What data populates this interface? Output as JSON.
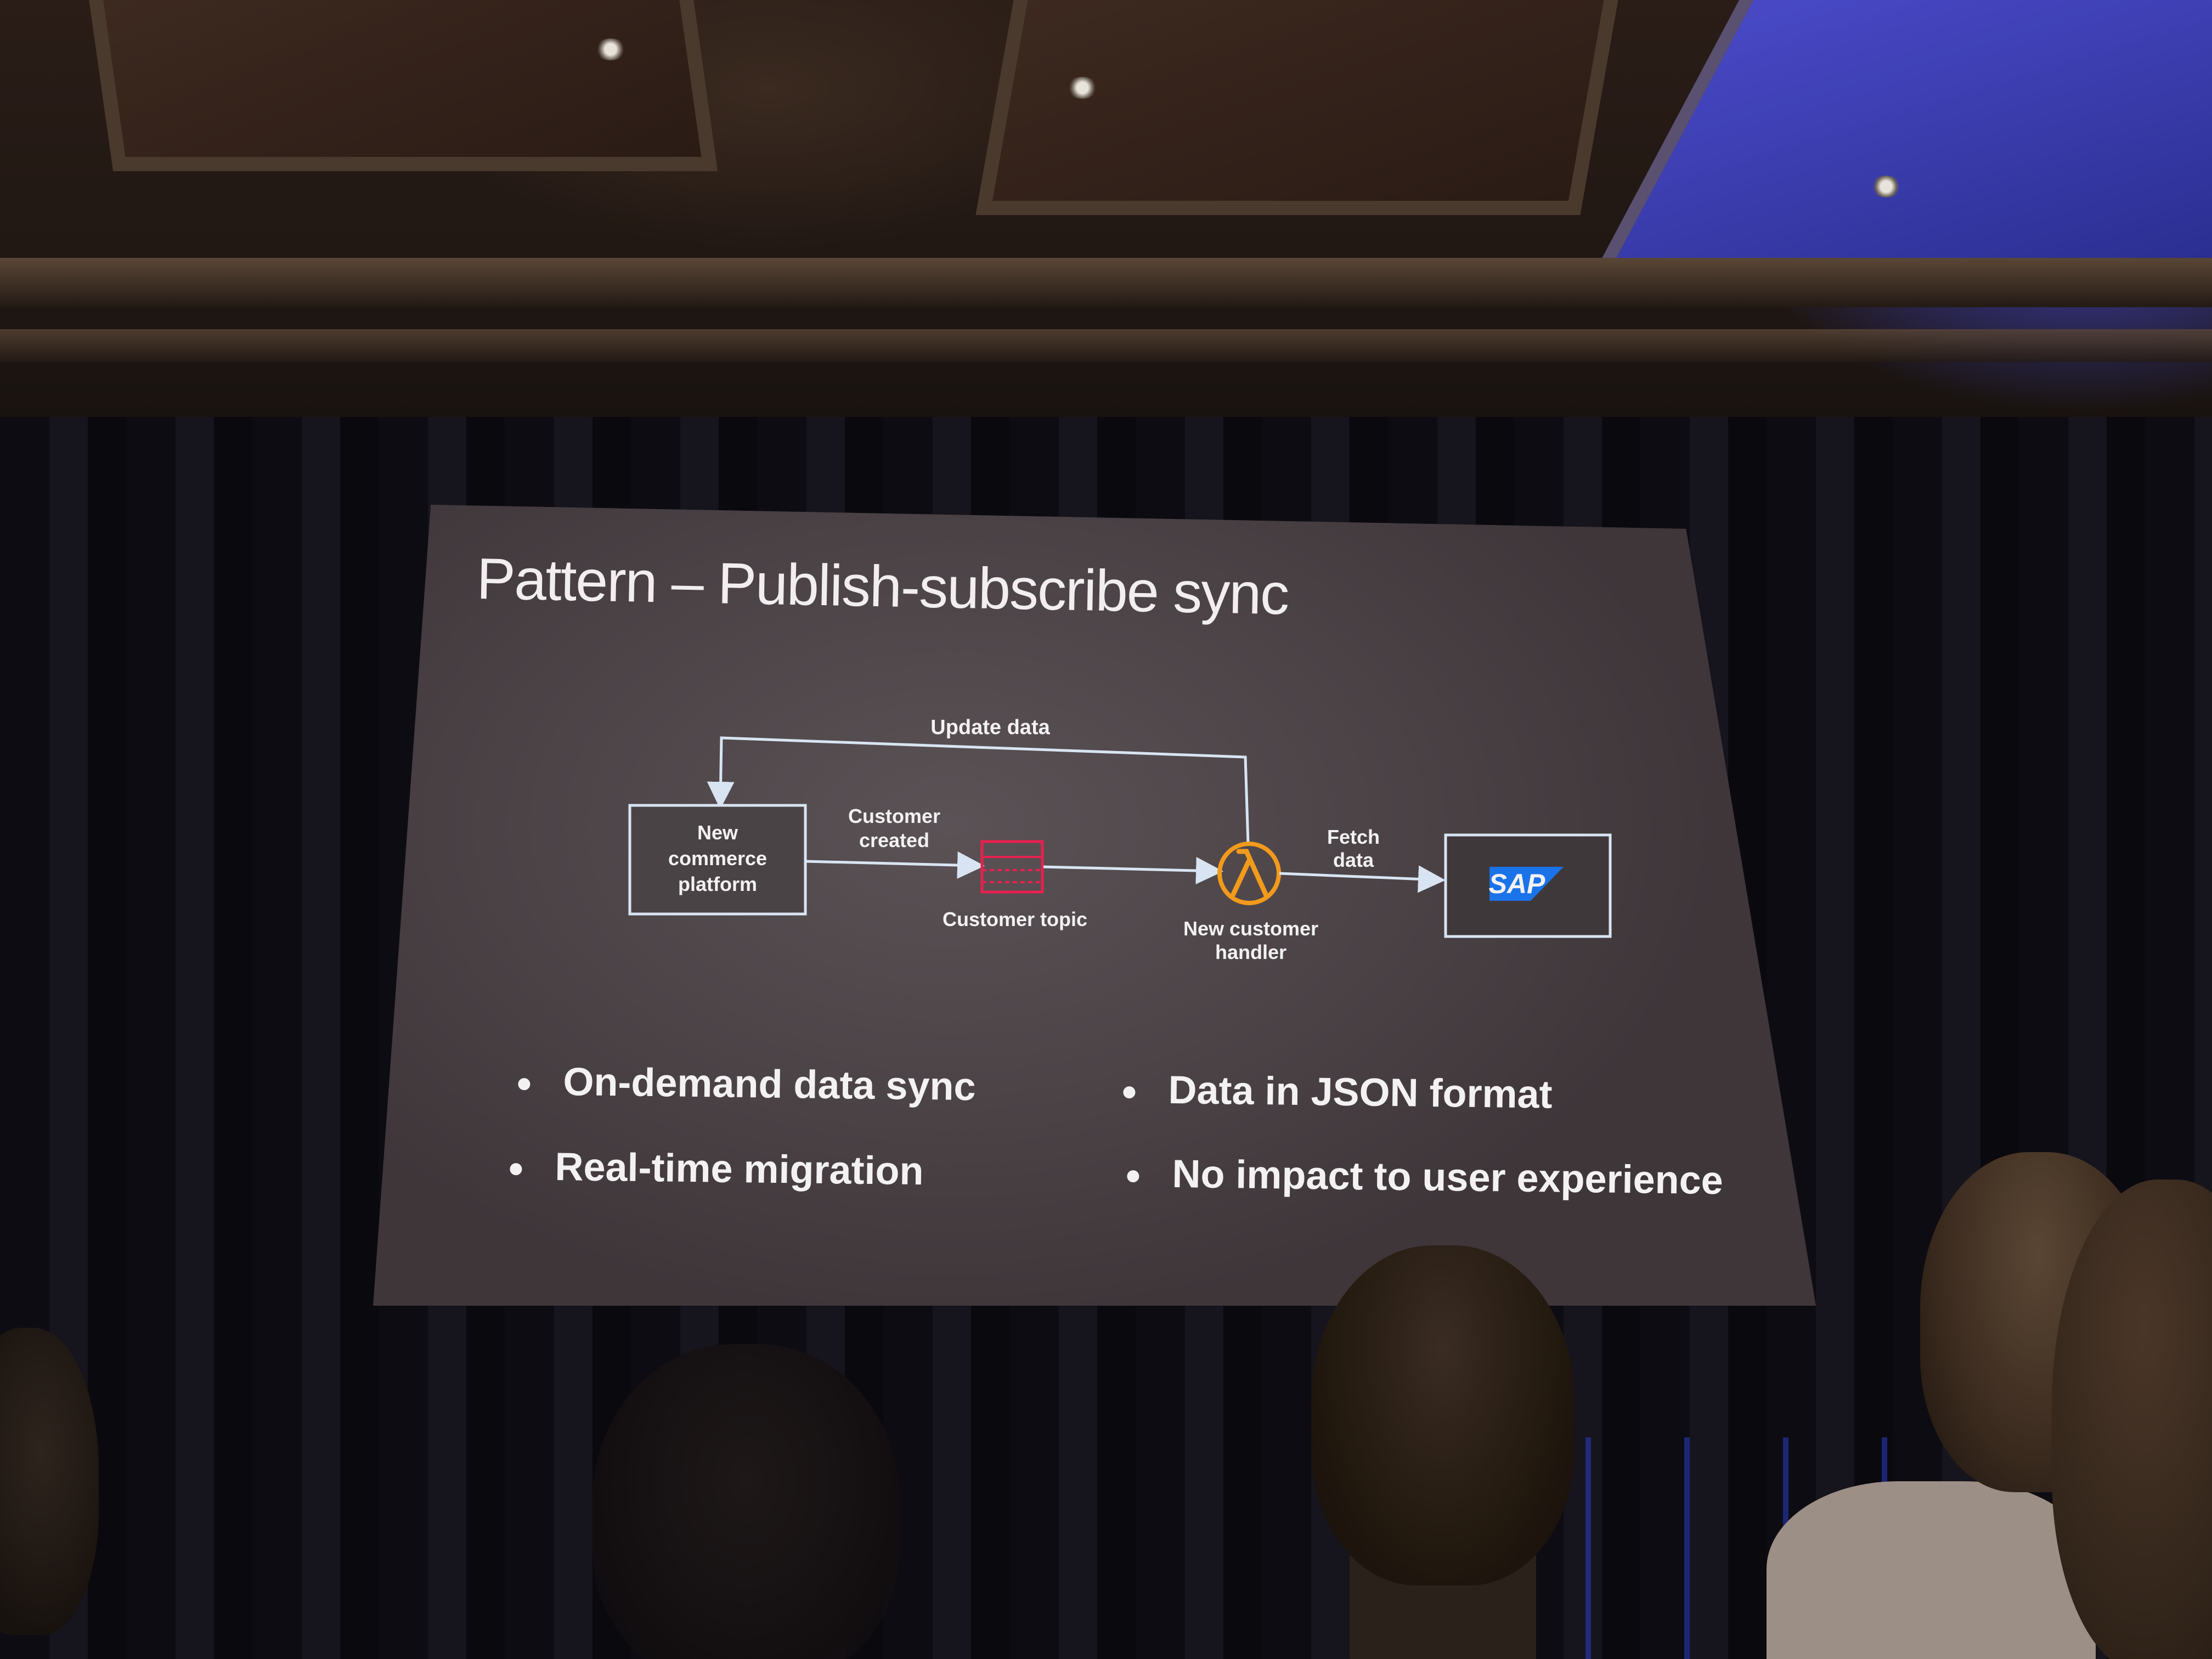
{
  "slide": {
    "title": "Pattern – Publish-subscribe sync",
    "diagram": {
      "nodes": {
        "platform": [
          "New",
          "commerce",
          "platform"
        ],
        "topic": "Customer topic",
        "handler": [
          "New customer",
          "handler"
        ],
        "sap": "SAP"
      },
      "edges": {
        "update": "Update data",
        "created": [
          "Customer",
          "created"
        ],
        "fetch": [
          "Fetch",
          "data"
        ]
      },
      "icons": {
        "lambda": "lambda-icon",
        "topic": "sns-topic-icon",
        "sap": "sap-logo"
      },
      "colors": {
        "line": "#d8e4f2",
        "topic": "#e8204e",
        "lambda": "#f29a1b"
      }
    },
    "bullets": {
      "left": [
        "On-demand data sync",
        "Real-time migration"
      ],
      "right": [
        "Data in JSON format",
        "No impact to user experience"
      ]
    }
  }
}
